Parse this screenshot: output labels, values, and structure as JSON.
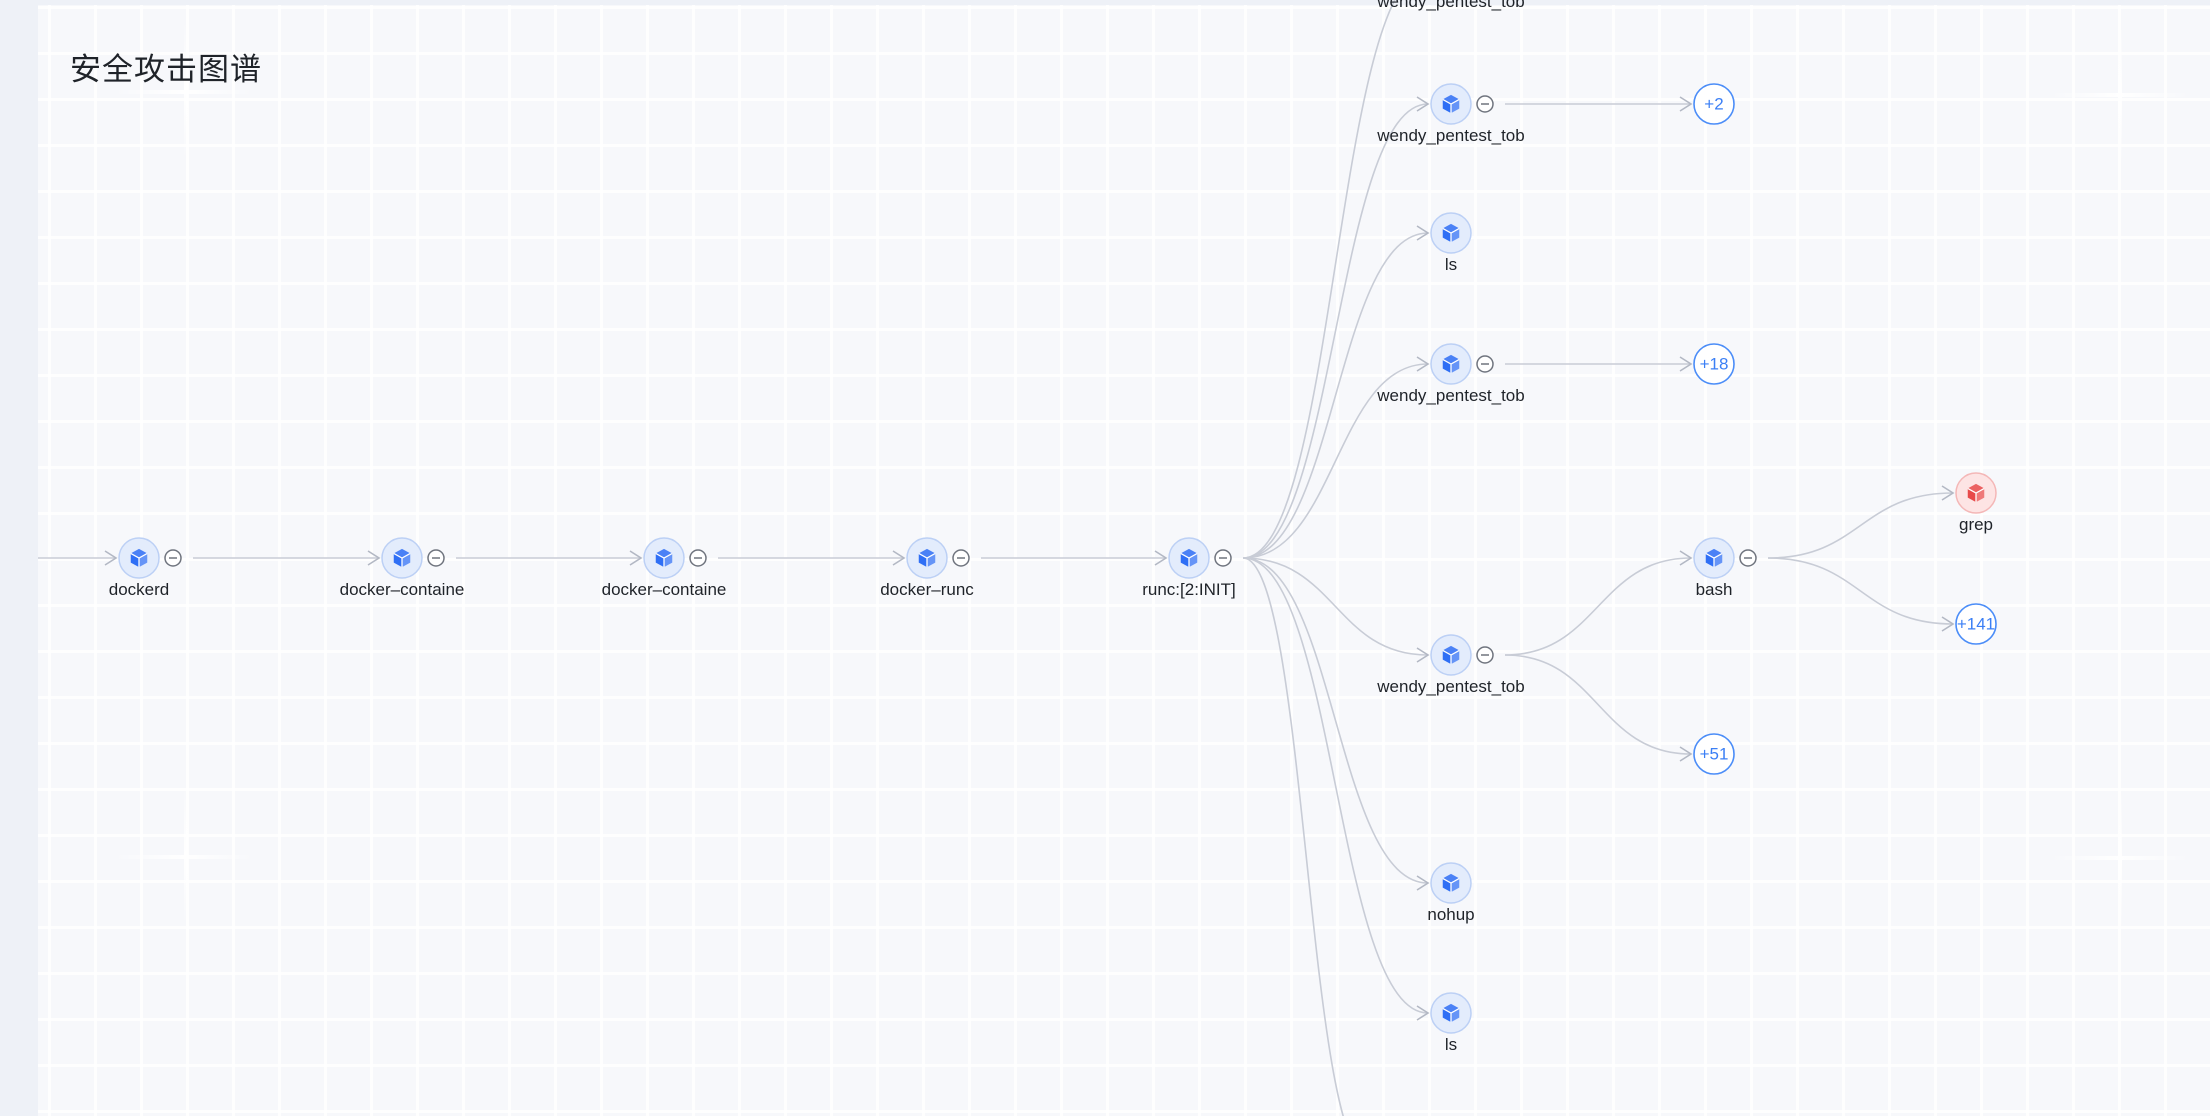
{
  "page": {
    "title": "安全攻击图谱"
  },
  "colors": {
    "accent": "#2f6ff5",
    "alert": "#e84a4a",
    "edge": "#c8ccd6",
    "count": "#4b8df8"
  },
  "graph": {
    "nodes": [
      {
        "id": "dockerd",
        "label": "dockerd",
        "icon": "cube-icon",
        "status": "normal",
        "collapsible": true
      },
      {
        "id": "docker-containe-1",
        "label": "docker–containe",
        "icon": "cube-icon",
        "status": "normal",
        "collapsible": true
      },
      {
        "id": "docker-containe-2",
        "label": "docker–containe",
        "icon": "cube-icon",
        "status": "normal",
        "collapsible": true
      },
      {
        "id": "docker-runc",
        "label": "docker–runc",
        "icon": "cube-icon",
        "status": "normal",
        "collapsible": true
      },
      {
        "id": "runc-init",
        "label": "runc:[2:INIT]",
        "icon": "cube-icon",
        "status": "normal",
        "collapsible": true
      },
      {
        "id": "wp-top",
        "label": "wendy_pentest_tob",
        "icon": "cube-icon",
        "status": "normal",
        "collapsible": false
      },
      {
        "id": "wp-1",
        "label": "wendy_pentest_tob",
        "icon": "cube-icon",
        "status": "normal",
        "collapsible": true
      },
      {
        "id": "ls-1",
        "label": "ls",
        "icon": "cube-icon",
        "status": "normal",
        "collapsible": false
      },
      {
        "id": "wp-2",
        "label": "wendy_pentest_tob",
        "icon": "cube-icon",
        "status": "normal",
        "collapsible": true
      },
      {
        "id": "wp-3",
        "label": "wendy_pentest_tob",
        "icon": "cube-icon",
        "status": "normal",
        "collapsible": true
      },
      {
        "id": "nohup",
        "label": "nohup",
        "icon": "cube-icon",
        "status": "normal",
        "collapsible": false
      },
      {
        "id": "ls-2",
        "label": "ls",
        "icon": "cube-icon",
        "status": "normal",
        "collapsible": false
      },
      {
        "id": "bash",
        "label": "bash",
        "icon": "cube-icon",
        "status": "normal",
        "collapsible": true
      },
      {
        "id": "grep",
        "label": "grep",
        "icon": "cube-icon",
        "status": "alert",
        "collapsible": false
      }
    ],
    "counts": [
      {
        "id": "more-wp1",
        "label": "+2"
      },
      {
        "id": "more-wp2",
        "label": "+18"
      },
      {
        "id": "more-wp3",
        "label": "+51"
      },
      {
        "id": "more-bash",
        "label": "+141"
      }
    ],
    "edges": [
      [
        "dockerd",
        "docker-containe-1"
      ],
      [
        "docker-containe-1",
        "docker-containe-2"
      ],
      [
        "docker-containe-2",
        "docker-runc"
      ],
      [
        "docker-runc",
        "runc-init"
      ],
      [
        "runc-init",
        "wp-top"
      ],
      [
        "runc-init",
        "wp-1"
      ],
      [
        "runc-init",
        "ls-1"
      ],
      [
        "runc-init",
        "wp-2"
      ],
      [
        "runc-init",
        "wp-3"
      ],
      [
        "runc-init",
        "nohup"
      ],
      [
        "runc-init",
        "ls-2"
      ],
      [
        "runc-init",
        "offscreen-bottom"
      ],
      [
        "wp-1",
        "more-wp1"
      ],
      [
        "wp-2",
        "more-wp2"
      ],
      [
        "wp-3",
        "bash"
      ],
      [
        "wp-3",
        "more-wp3"
      ],
      [
        "bash",
        "grep"
      ],
      [
        "bash",
        "more-bash"
      ]
    ]
  }
}
